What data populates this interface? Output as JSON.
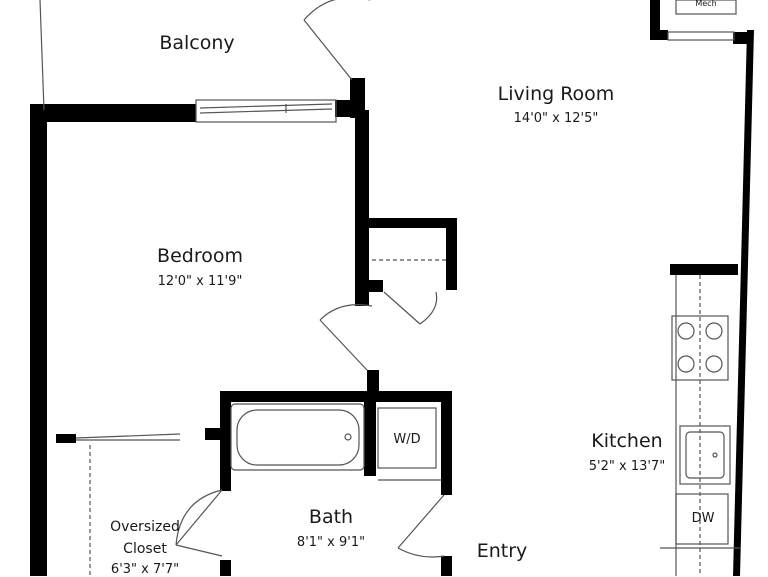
{
  "rooms": {
    "balcony": {
      "name": "Balcony"
    },
    "living_room": {
      "name": "Living Room",
      "dims": "14'0\" x 12'5\""
    },
    "bedroom": {
      "name": "Bedroom",
      "dims": "12'0\" x 11'9\""
    },
    "kitchen": {
      "name": "Kitchen",
      "dims": "5'2\" x 13'7\""
    },
    "bath": {
      "name": "Bath",
      "dims": "8'1\" x 9'1\""
    },
    "closet": {
      "name_line1": "Oversized",
      "name_line2": "Closet",
      "dims": "6'3\" x 7'7\""
    },
    "entry": {
      "name": "Entry"
    }
  },
  "fixtures": {
    "washer_dryer": "W/D",
    "dishwasher": "DW",
    "mech": "Mech"
  },
  "colors": {
    "wall": "#000000",
    "fixture_line": "#555555",
    "door_line": "#444444",
    "background": "#ffffff"
  }
}
